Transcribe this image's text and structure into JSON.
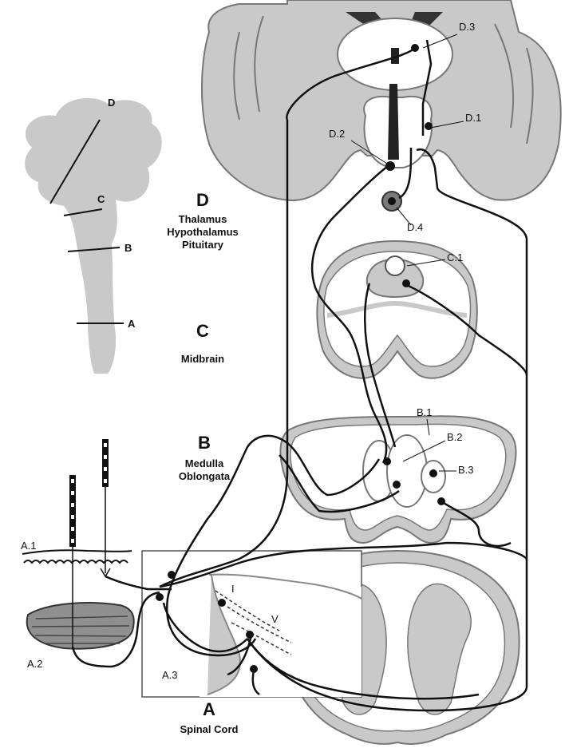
{
  "sections": {
    "a": {
      "letter": "A",
      "title": "Spinal Cord"
    },
    "b": {
      "letter": "B",
      "title_line1": "Medulla",
      "title_line2": "Oblongata"
    },
    "c": {
      "letter": "C",
      "title": "Midbrain"
    },
    "d": {
      "letter": "D",
      "title_line1": "Thalamus",
      "title_line2": "Hypothalamus",
      "title_line3": "Pituitary"
    }
  },
  "brainstem_cuts": {
    "a": "A",
    "b": "B",
    "c": "C",
    "d": "D"
  },
  "labels": {
    "a1": "A.1",
    "a2": "A.2",
    "a3": "A.3",
    "b1": "B.1",
    "b2": "B.2",
    "b3": "B.3",
    "c1": "C.1",
    "d1": "D.1",
    "d2": "D.2",
    "d3": "D.3",
    "d4": "D.4",
    "lamina_i": "I",
    "lamina_v": "V"
  },
  "colors": {
    "gray_fill": "#c9c9c9",
    "dark_gray": "#7a7a7a",
    "stroke": "#111111"
  }
}
